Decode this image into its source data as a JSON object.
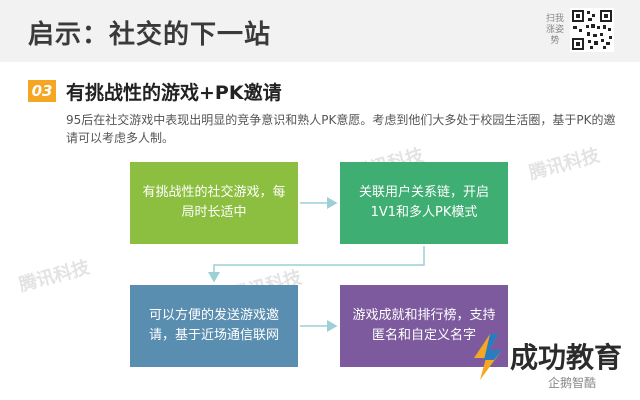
{
  "header": {
    "title": "启示：社交的下一站",
    "qr_caption": "扫我涨姿势"
  },
  "section": {
    "number": "03",
    "title": "有挑战性的游戏+PK邀请",
    "description": "95后在社交游戏中表现出明显的竞争意识和熟人PK意愿。考虑到他们大多处于校园生活圈，基于PK的邀请可以考虑多人制。"
  },
  "flow": {
    "box1": "有挑战性的社交游戏，每局时长适中",
    "box2": "关联用户关系链，开启1V1和多人PK模式",
    "box3": "可以方便的发送游戏邀请，基于近场通信联网",
    "box4": "游戏成就和排行榜，支持匿名和自定义名字"
  },
  "watermark": {
    "text": "腾讯科技"
  },
  "logo": {
    "name": "成功教育",
    "sub": "企鹅智酷"
  },
  "colors": {
    "box1": "#8cbf3f",
    "box2": "#3fae72",
    "box3": "#5a8eb0",
    "box4": "#7c5a9d",
    "accent": "#f5a623"
  }
}
